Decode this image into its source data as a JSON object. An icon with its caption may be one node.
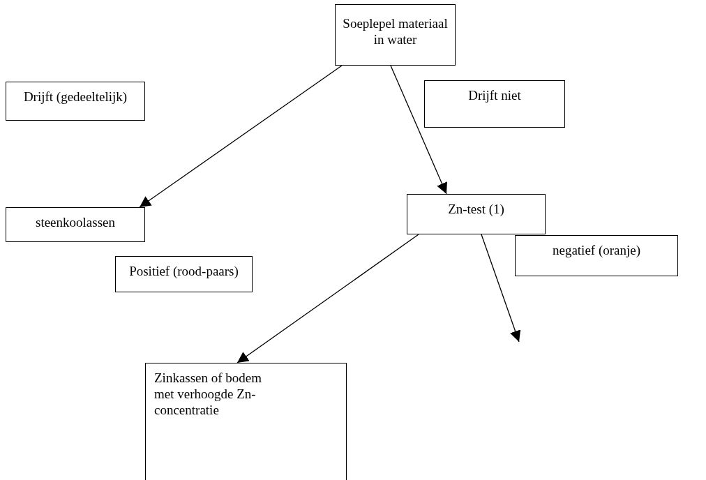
{
  "diagram": {
    "nodes": [
      {
        "text": [
          "Soeplepel materiaal in water"
        ]
      },
      {
        "text": [
          "Drijft (gedeeltelijk)"
        ]
      },
      {
        "text": [
          "Drijft niet"
        ]
      },
      {
        "text": [
          "steenkoolassen"
        ]
      },
      {
        "text": [
          "Zn-test (1)"
        ]
      },
      {
        "text": [
          "Positief (rood-paars)"
        ]
      },
      {
        "text": [
          "negatief (oranje)"
        ]
      },
      {
        "text": [
          "Zinkassen of bodem met verhoogde Zn-concentratie"
        ]
      }
    ],
    "edges": [
      {
        "from": 0,
        "to": 3,
        "arrow": "to"
      },
      {
        "from": 0,
        "to": 4,
        "arrow": "to"
      },
      {
        "from": 4,
        "to": 7,
        "arrow": "to"
      },
      {
        "from": 4,
        "to": null,
        "arrow": "to"
      }
    ]
  }
}
